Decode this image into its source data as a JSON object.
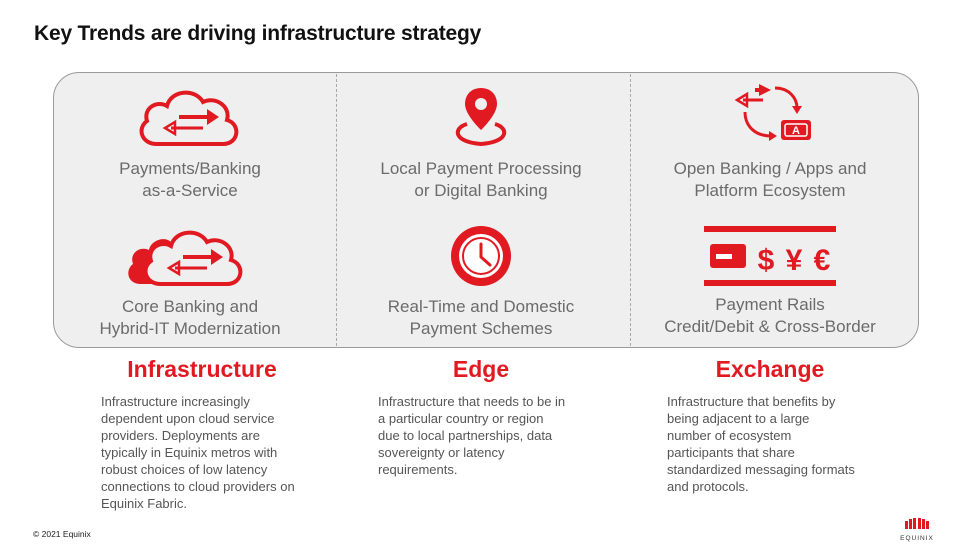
{
  "page": {
    "title": "Key Trends are driving infrastructure strategy"
  },
  "tiles": [
    {
      "line1": "Payments/Banking",
      "line2": "as-a-Service"
    },
    {
      "line1": "Local Payment Processing",
      "line2": "or Digital Banking"
    },
    {
      "line1": "Open Banking / Apps and",
      "line2": "Platform Ecosystem"
    },
    {
      "line1": "Core Banking and",
      "line2": "Hybrid-IT Modernization"
    },
    {
      "line1": "Real-Time and Domestic",
      "line2": "Payment Schemes"
    },
    {
      "line1": "Payment Rails",
      "line2": "Credit/Debit & Cross-Border"
    }
  ],
  "columns": [
    {
      "heading": "Infrastructure",
      "desc": [
        "Infrastructure increasingly",
        "dependent upon cloud service",
        "providers. Deployments are",
        "typically in Equinix metros with",
        "robust choices of low latency",
        "connections to cloud providers on",
        "Equinix Fabric."
      ]
    },
    {
      "heading": "Edge",
      "desc": [
        "Infrastructure that needs to be in",
        "a particular country or region",
        "due to local partnerships, data",
        "sovereignty or latency",
        "requirements."
      ]
    },
    {
      "heading": "Exchange",
      "desc": [
        "Infrastructure that benefits by",
        "being adjacent to a large",
        "number of ecosystem",
        "participants that share",
        "standardized messaging formats",
        "and protocols."
      ]
    }
  ],
  "icons": {
    "exchange_badge": "A",
    "currency": [
      "$",
      "¥",
      "€"
    ]
  },
  "footer": {
    "copyright": "© 2021 Equinix",
    "logo_text": "EQUINIX"
  },
  "colors": {
    "accent": "#e11a22",
    "panel": "#efefef",
    "label": "#6b6b6b"
  }
}
